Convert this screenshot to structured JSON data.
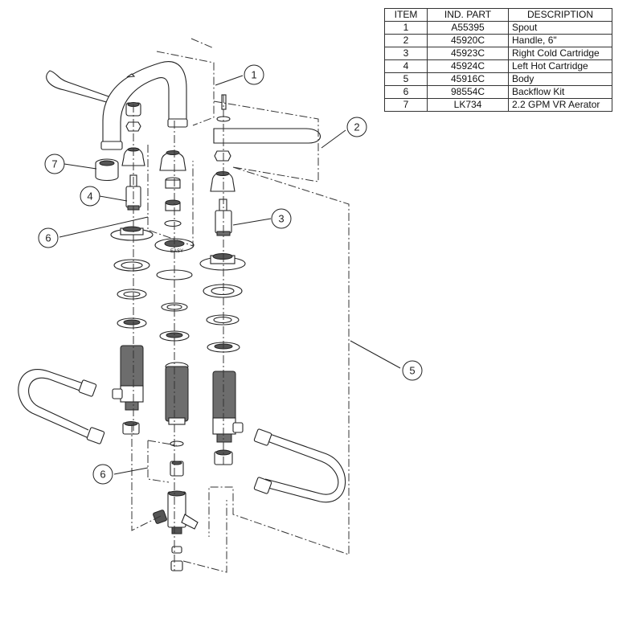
{
  "parts_table": {
    "headers": [
      "ITEM",
      "IND. PART",
      "DESCRIPTION"
    ],
    "rows": [
      {
        "item": "1",
        "part": "A55395",
        "description": "Spout"
      },
      {
        "item": "2",
        "part": "45920C",
        "description": "Handle, 6\""
      },
      {
        "item": "3",
        "part": "45923C",
        "description": "Right Cold Cartridge"
      },
      {
        "item": "4",
        "part": "45924C",
        "description": "Left Hot Cartridge"
      },
      {
        "item": "5",
        "part": "45916C",
        "description": "Body"
      },
      {
        "item": "6",
        "part": "98554C",
        "description": "Backflow Kit"
      },
      {
        "item": "7",
        "part": "LK734",
        "description": "2.2 GPM VR Aerator"
      }
    ]
  },
  "callouts": [
    "1",
    "2",
    "3",
    "4",
    "5",
    "6",
    "6",
    "7"
  ],
  "escutcheon_stamp": "EASY"
}
